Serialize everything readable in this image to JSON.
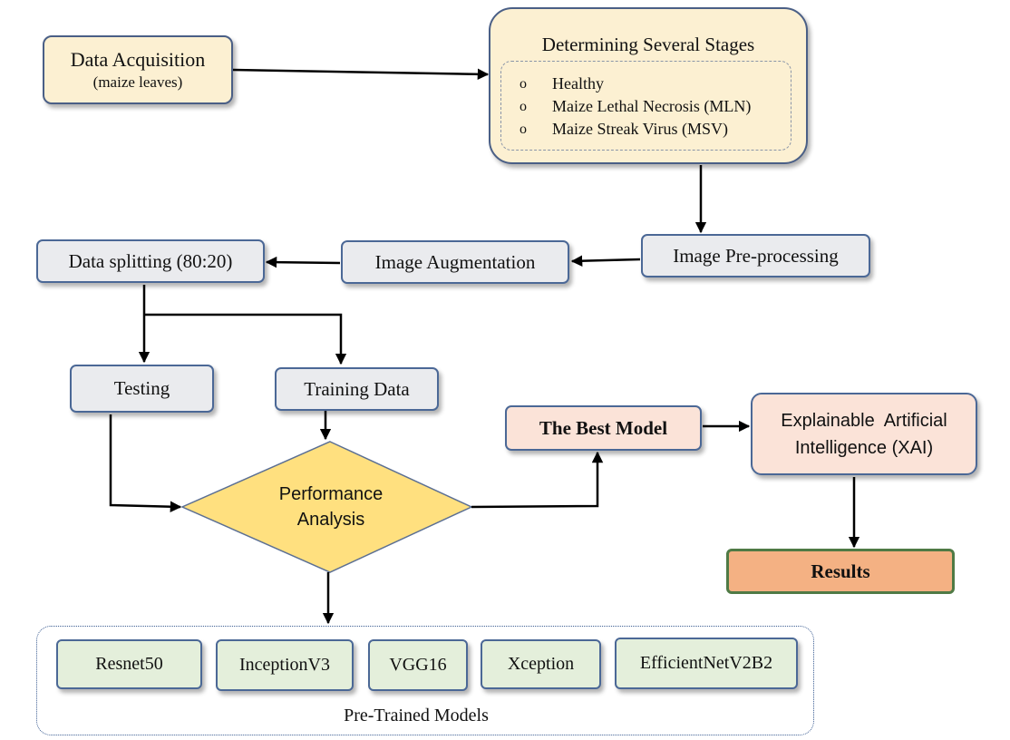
{
  "nodes": {
    "data_acquisition": {
      "title": "Data Acquisition",
      "subtitle": "(maize leaves)"
    },
    "stages": {
      "title": "Determining Several Stages",
      "bullet": "o",
      "items": [
        "Healthy",
        "Maize Lethal Necrosis (MLN)",
        "Maize Streak Virus (MSV)"
      ]
    },
    "preprocessing": "Image Pre-processing",
    "augmentation": "Image Augmentation",
    "splitting": "Data splitting (80:20)",
    "testing": "Testing",
    "training": "Training Data",
    "performance": {
      "line1": "Performance",
      "line2": "Analysis"
    },
    "best_model": "The Best Model",
    "xai": {
      "line1": "Explainable  Artificial",
      "line2": "Intelligence (XAI)"
    },
    "results": "Results"
  },
  "models": {
    "items": [
      "Resnet50",
      "InceptionV3",
      "VGG16",
      "Xception",
      "EfficientNetV2B2"
    ],
    "label": "Pre-Trained Models"
  },
  "colors": {
    "yellow_fill": "#fcf0d2",
    "grey_fill": "#eaebee",
    "pink_fill": "#fbe3d8",
    "green_fill": "#e4efdb",
    "diamond_fill": "#ffe07f",
    "results_fill": "#f4b183",
    "border_blue": "#4b6896",
    "arrow": "#000000"
  }
}
